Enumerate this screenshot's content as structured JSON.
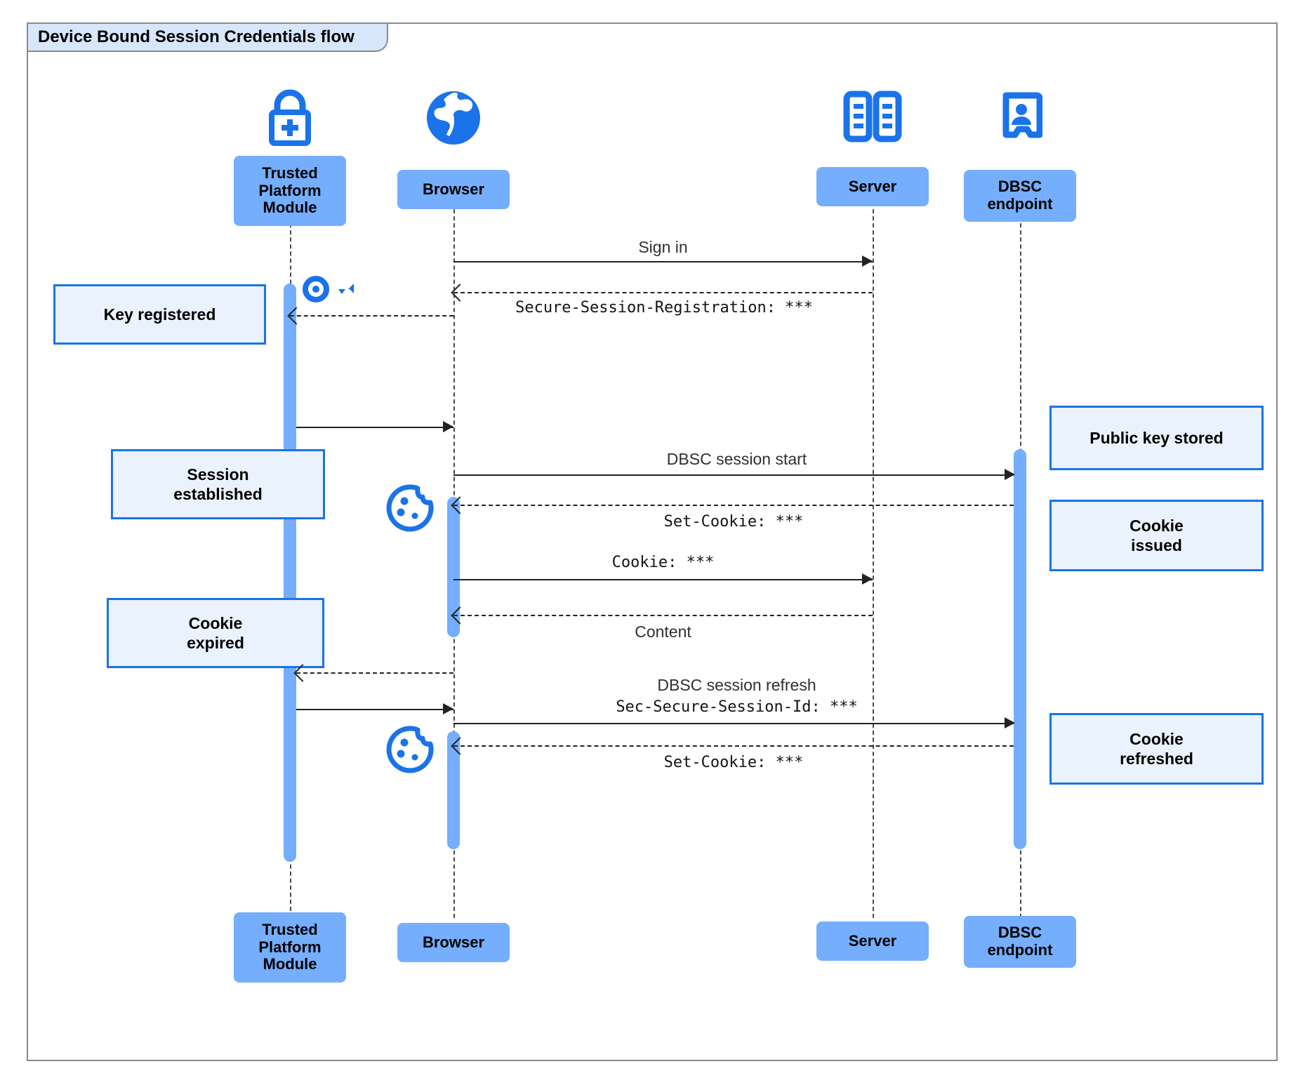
{
  "diagram": {
    "title": "Device Bound Session Credentials flow",
    "type": "uml-sequence-diagram",
    "colors": {
      "participant_fill": "#74aefc",
      "note_fill": "#eaf2fd",
      "note_border": "#1a73e8",
      "icon_blue": "#1a73e8",
      "activation_fill": "#74aefc",
      "frame_border": "#8a8a8a",
      "title_fill": "#d7e6fb",
      "line": "#222222"
    }
  },
  "participants": [
    {
      "id": "tpm",
      "label": "Trusted\nPlatform\nModule",
      "icon": "lock-plus-icon"
    },
    {
      "id": "browser",
      "label": "Browser",
      "icon": "globe-icon"
    },
    {
      "id": "server",
      "label": "Server",
      "icon": "server-rack-icon"
    },
    {
      "id": "dbsc",
      "label": "DBSC\nendpoint",
      "icon": "id-badge-icon"
    }
  ],
  "participants_bottom": [
    {
      "id": "tpm",
      "label": "Trusted\nPlatform\nModule"
    },
    {
      "id": "browser",
      "label": "Browser"
    },
    {
      "id": "server",
      "label": "Server"
    },
    {
      "id": "dbsc",
      "label": "DBSC\nendpoint"
    }
  ],
  "messages": [
    {
      "id": "m1",
      "text": "Sign in",
      "style": "solid",
      "mono": false,
      "from": "browser",
      "to": "server"
    },
    {
      "id": "m2",
      "text": "Secure-Session-Registration: ***",
      "style": "dashed",
      "mono": true,
      "from": "server",
      "to": "browser"
    },
    {
      "id": "m3",
      "text": "",
      "style": "dashed",
      "mono": false,
      "from": "browser",
      "to": "tpm"
    },
    {
      "id": "m4",
      "text": "",
      "style": "solid",
      "mono": false,
      "from": "tpm",
      "to": "browser"
    },
    {
      "id": "m5",
      "text": "DBSC session start",
      "style": "solid",
      "mono": false,
      "from": "browser",
      "to": "dbsc"
    },
    {
      "id": "m6",
      "text": "Set-Cookie: ***",
      "style": "dashed",
      "mono": true,
      "from": "dbsc",
      "to": "browser"
    },
    {
      "id": "m7",
      "text": "Cookie: ***",
      "style": "solid",
      "mono": true,
      "from": "browser",
      "to": "server"
    },
    {
      "id": "m8",
      "text": "Content",
      "style": "dashed",
      "mono": false,
      "from": "server",
      "to": "browser"
    },
    {
      "id": "m9",
      "text": "",
      "style": "dashed",
      "mono": false,
      "from": "browser",
      "to": "tpm"
    },
    {
      "id": "m10",
      "text": "DBSC session refresh",
      "style": "solid",
      "mono": false,
      "from": "tpm",
      "to": "browser",
      "text2": "Sec-Secure-Session-Id: ***"
    },
    {
      "id": "m11",
      "text": "Set-Cookie: ***",
      "style": "dashed",
      "mono": true,
      "from": "dbsc",
      "to": "browser"
    }
  ],
  "message_labels": {
    "sign_in": "Sign in",
    "secure_session_registration": "Secure-Session-Registration: ***",
    "dbsc_session_start": "DBSC session start",
    "set_cookie_1": "Set-Cookie: ***",
    "cookie": "Cookie: ***",
    "content": "Content",
    "dbsc_session_refresh": "DBSC session refresh",
    "sec_secure_session_id": "Sec-Secure-Session-Id: ***",
    "set_cookie_2": "Set-Cookie: ***"
  },
  "notes": [
    {
      "id": "n1",
      "text": "Key registered",
      "side": "left"
    },
    {
      "id": "n2",
      "text": "Session\nestablished",
      "side": "left"
    },
    {
      "id": "n3",
      "text": "Cookie\nexpired",
      "side": "left"
    },
    {
      "id": "n4",
      "text": "Public key stored",
      "side": "right"
    },
    {
      "id": "n5",
      "text": "Cookie\nissued",
      "side": "right"
    },
    {
      "id": "n6",
      "text": "Cookie\nrefreshed",
      "side": "right"
    }
  ],
  "note_text": {
    "key_registered": "Key registered",
    "session_established_l1": "Session",
    "session_established_l2": "established",
    "cookie_expired_l1": "Cookie",
    "cookie_expired_l2": "expired",
    "public_key_stored": "Public key stored",
    "cookie_issued_l1": "Cookie",
    "cookie_issued_l2": "issued",
    "cookie_refreshed_l1": "Cookie",
    "cookie_refreshed_l2": "refreshed"
  },
  "participant_text": {
    "tpm_l1": "Trusted",
    "tpm_l2": "Platform",
    "tpm_l3": "Module",
    "browser": "Browser",
    "server": "Server",
    "dbsc_l1": "DBSC",
    "dbsc_l2": "endpoint"
  },
  "inline_icons": [
    {
      "id": "key",
      "name": "key-icon",
      "near": "tpm-lifeline"
    },
    {
      "id": "cookie1",
      "name": "cookie-icon",
      "near": "browser-lifeline"
    },
    {
      "id": "cookie2",
      "name": "cookie-icon",
      "near": "browser-lifeline"
    }
  ]
}
